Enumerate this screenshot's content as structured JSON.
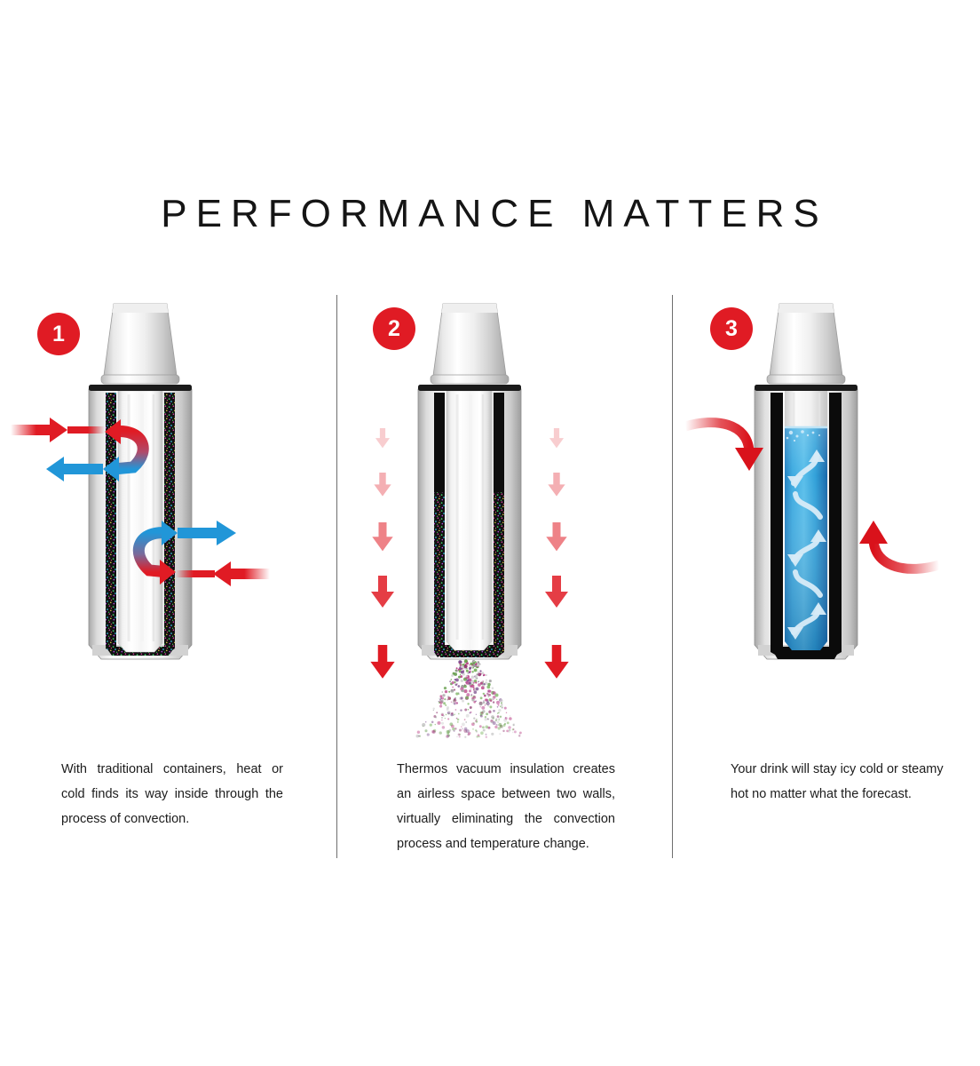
{
  "page": {
    "title": "PERFORMANCE MATTERS",
    "background_color": "#ffffff"
  },
  "theme": {
    "badge_color": "#e01b24",
    "hot_arrow_color": "#e01b24",
    "cold_arrow_color": "#2196d8",
    "liquid_color": "#2e9fd8",
    "liquid_color_dark": "#1c6fb5",
    "flow_arrow_color": "#d8ecf8",
    "vacuum_color": "#0d0d0d",
    "insulation_color": "#141414",
    "metal_light": "#fdfdfd",
    "metal_mid": "#d7d7d7",
    "metal_shadow": "#9a9a9a",
    "divider_color": "#6e6e6e",
    "text_color": "#1c1c1c"
  },
  "panels": [
    {
      "number": "1",
      "badge_name": "step-1",
      "caption": "With traditional containers, heat or cold finds its way inside through the process of convection.",
      "illustration": "traditional-container-convection",
      "arrows": [
        {
          "name": "heat-in-top-left",
          "direction": "right",
          "color": "#e01b24",
          "label": "heat entering"
        },
        {
          "name": "cold-out-top-left",
          "direction": "left",
          "color": "#2196d8",
          "label": "cold escaping"
        },
        {
          "name": "convection-loop-top",
          "direction": "curved",
          "color": "#e01b24",
          "label": "convection loop"
        },
        {
          "name": "cold-out-bottom-right",
          "direction": "right",
          "color": "#2196d8",
          "label": "cold escaping"
        },
        {
          "name": "heat-in-bottom-right",
          "direction": "left",
          "color": "#e01b24",
          "label": "heat entering"
        },
        {
          "name": "convection-loop-bottom",
          "direction": "curved",
          "color": "#2196d8",
          "label": "convection loop"
        }
      ]
    },
    {
      "number": "2",
      "badge_name": "step-2",
      "caption": "Thermos vacuum insulation creates an airless space between two walls, virtually eliminating the convection process and temperature change.",
      "illustration": "vacuum-insulation-air-removal",
      "arrow_columns": 2,
      "arrows_per_column": 5,
      "arrow_opacities": [
        0.22,
        0.35,
        0.55,
        0.8,
        1
      ],
      "arrow_color": "#e01b24",
      "particles_label": "air particles removed"
    },
    {
      "number": "3",
      "badge_name": "step-3",
      "caption": "Your drink will stay icy cold or steamy hot no matter what the forecast.",
      "illustration": "insulated-thermos-with-liquid",
      "arrows": [
        {
          "name": "deflected-heat-left",
          "direction": "curved-back",
          "color": "#e01b24",
          "label": "outside temperature deflected"
        },
        {
          "name": "deflected-heat-right",
          "direction": "curved-back",
          "color": "#e01b24",
          "label": "outside temperature deflected"
        }
      ],
      "liquid_label": "drink stays at temperature",
      "flow_arrow_count": 6
    }
  ]
}
